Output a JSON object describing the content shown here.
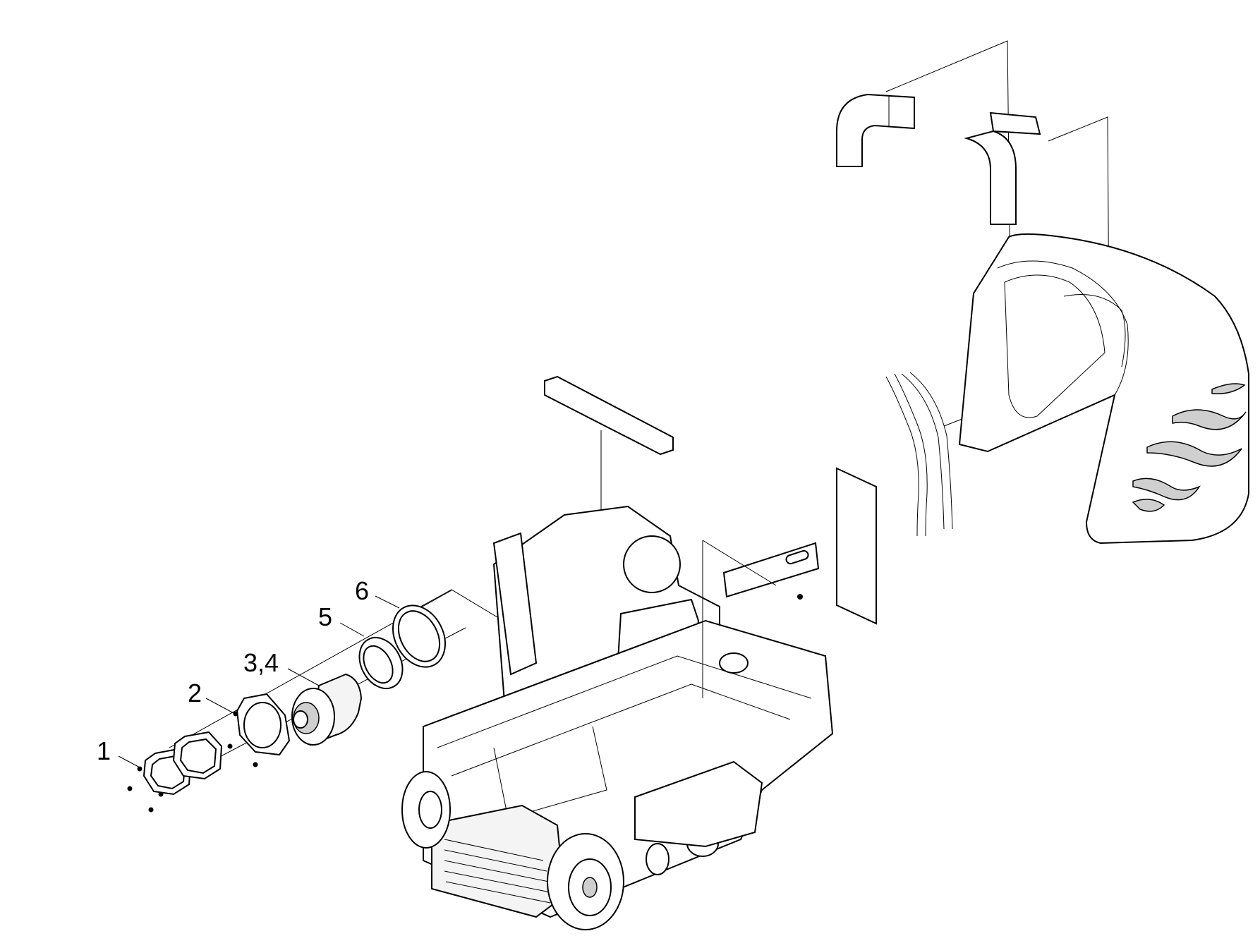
{
  "callouts": [
    {
      "id": "1",
      "label": "1"
    },
    {
      "id": "2",
      "label": "2"
    },
    {
      "id": "3",
      "label": "3,4"
    },
    {
      "id": "5",
      "label": "5"
    },
    {
      "id": "6",
      "label": "6"
    }
  ]
}
